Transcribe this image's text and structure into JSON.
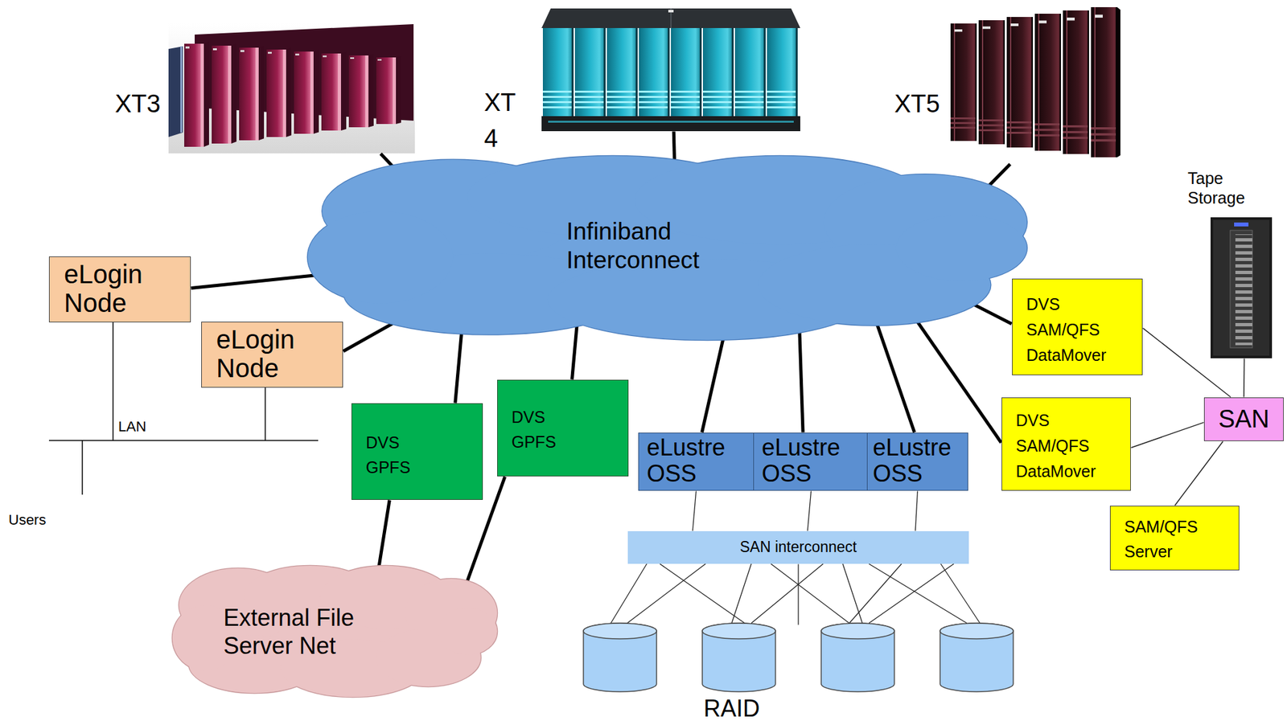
{
  "diagram": {
    "nodes": [
      {
        "text": [
          "XT3"
        ]
      },
      {
        "text": [
          "XT 4"
        ]
      },
      {
        "text": [
          "XT5"
        ]
      },
      {
        "text": [
          "Infiniband Interconnect"
        ]
      },
      {
        "text": [
          "Tape Storage"
        ]
      },
      {
        "text": [
          "eLogin Node"
        ]
      },
      {
        "text": [
          "eLogin Node"
        ]
      },
      {
        "text": [
          "DVS GPFS"
        ]
      },
      {
        "text": [
          "DVS GPFS"
        ]
      },
      {
        "text": [
          "eLustre OSS"
        ]
      },
      {
        "text": [
          "eLustre OSS"
        ]
      },
      {
        "text": [
          "eLustre OSS"
        ]
      },
      {
        "text": [
          "DVS SAM/QFS DataMover"
        ]
      },
      {
        "text": [
          "DVS SAM/QFS DataMover"
        ]
      },
      {
        "text": [
          "SAN"
        ]
      },
      {
        "text": [
          "SAM/QFS Server"
        ]
      },
      {
        "text": [
          "SAN interconnect"
        ]
      },
      {
        "text": [
          "External File Server Net"
        ]
      },
      {
        "text": [
          "RAID"
        ]
      }
    ],
    "edges": [
      {
        "from": 0,
        "to": 3,
        "arrow": "none"
      },
      {
        "from": 1,
        "to": 3,
        "arrow": "none"
      },
      {
        "from": 2,
        "to": 3,
        "arrow": "none"
      },
      {
        "from": 5,
        "to": 3,
        "arrow": "none"
      },
      {
        "from": 6,
        "to": 3,
        "arrow": "none"
      },
      {
        "from": 3,
        "to": 7,
        "arrow": "none"
      },
      {
        "from": 3,
        "to": 8,
        "arrow": "none"
      },
      {
        "from": 3,
        "to": 9,
        "arrow": "none"
      },
      {
        "from": 3,
        "to": 10,
        "arrow": "none"
      },
      {
        "from": 3,
        "to": 11,
        "arrow": "none"
      },
      {
        "from": 3,
        "to": 12,
        "arrow": "none"
      },
      {
        "from": 3,
        "to": 13,
        "arrow": "none"
      },
      {
        "from": 7,
        "to": 17,
        "arrow": "none"
      },
      {
        "from": 8,
        "to": 17,
        "arrow": "none"
      },
      {
        "from": 12,
        "to": 14,
        "arrow": "none"
      },
      {
        "from": 13,
        "to": 14,
        "arrow": "none"
      },
      {
        "from": 4,
        "to": 14,
        "arrow": "none"
      },
      {
        "from": 14,
        "to": 15,
        "arrow": "none"
      },
      {
        "from": 9,
        "to": 16,
        "arrow": "none"
      },
      {
        "from": 10,
        "to": 16,
        "arrow": "none"
      },
      {
        "from": 11,
        "to": 16,
        "arrow": "none"
      },
      {
        "from": 16,
        "to": 18,
        "arrow": "none"
      }
    ],
    "labels": [
      "LAN",
      "Users"
    ]
  }
}
